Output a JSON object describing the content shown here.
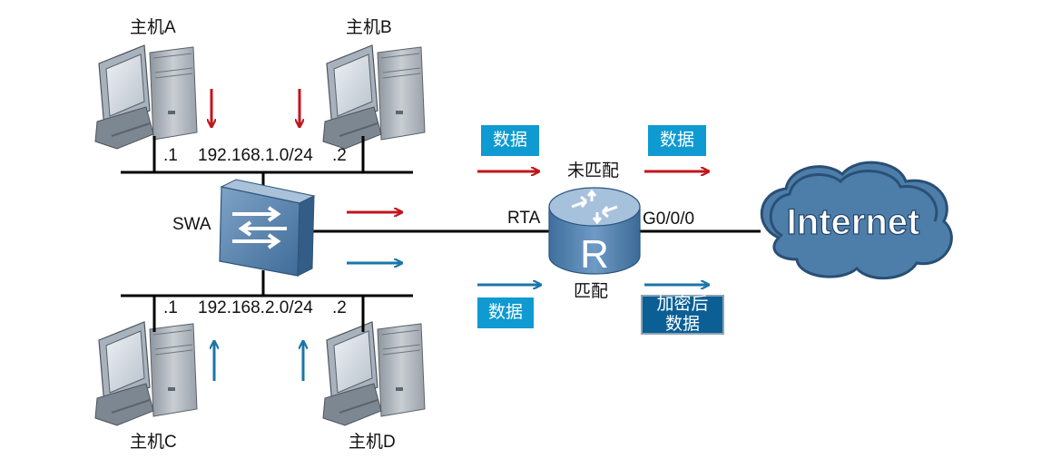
{
  "hosts": {
    "a": {
      "label": "主机A"
    },
    "b": {
      "label": "主机B"
    },
    "c": {
      "label": "主机C"
    },
    "d": {
      "label": "主机D"
    }
  },
  "segments": {
    "top": {
      "network": "192.168.1.0/24",
      "left_host": ".1",
      "right_host": ".2"
    },
    "bottom": {
      "network": "192.168.2.0/24",
      "left_host": ".1",
      "right_host": ".2"
    }
  },
  "switch": {
    "label": "SWA"
  },
  "router": {
    "label": "RTA",
    "interface": "G0/0/0",
    "glyph": "R"
  },
  "internet": {
    "label": "Internet"
  },
  "flows": {
    "unmatched": {
      "label": "未匹配",
      "data_in": "数据",
      "data_out": "数据",
      "color": "#c0161c"
    },
    "matched": {
      "label": "匹配",
      "data_in": "数据",
      "data_out_line1": "加密后",
      "data_out_line2": "数据",
      "color": "#1b75a8"
    }
  }
}
